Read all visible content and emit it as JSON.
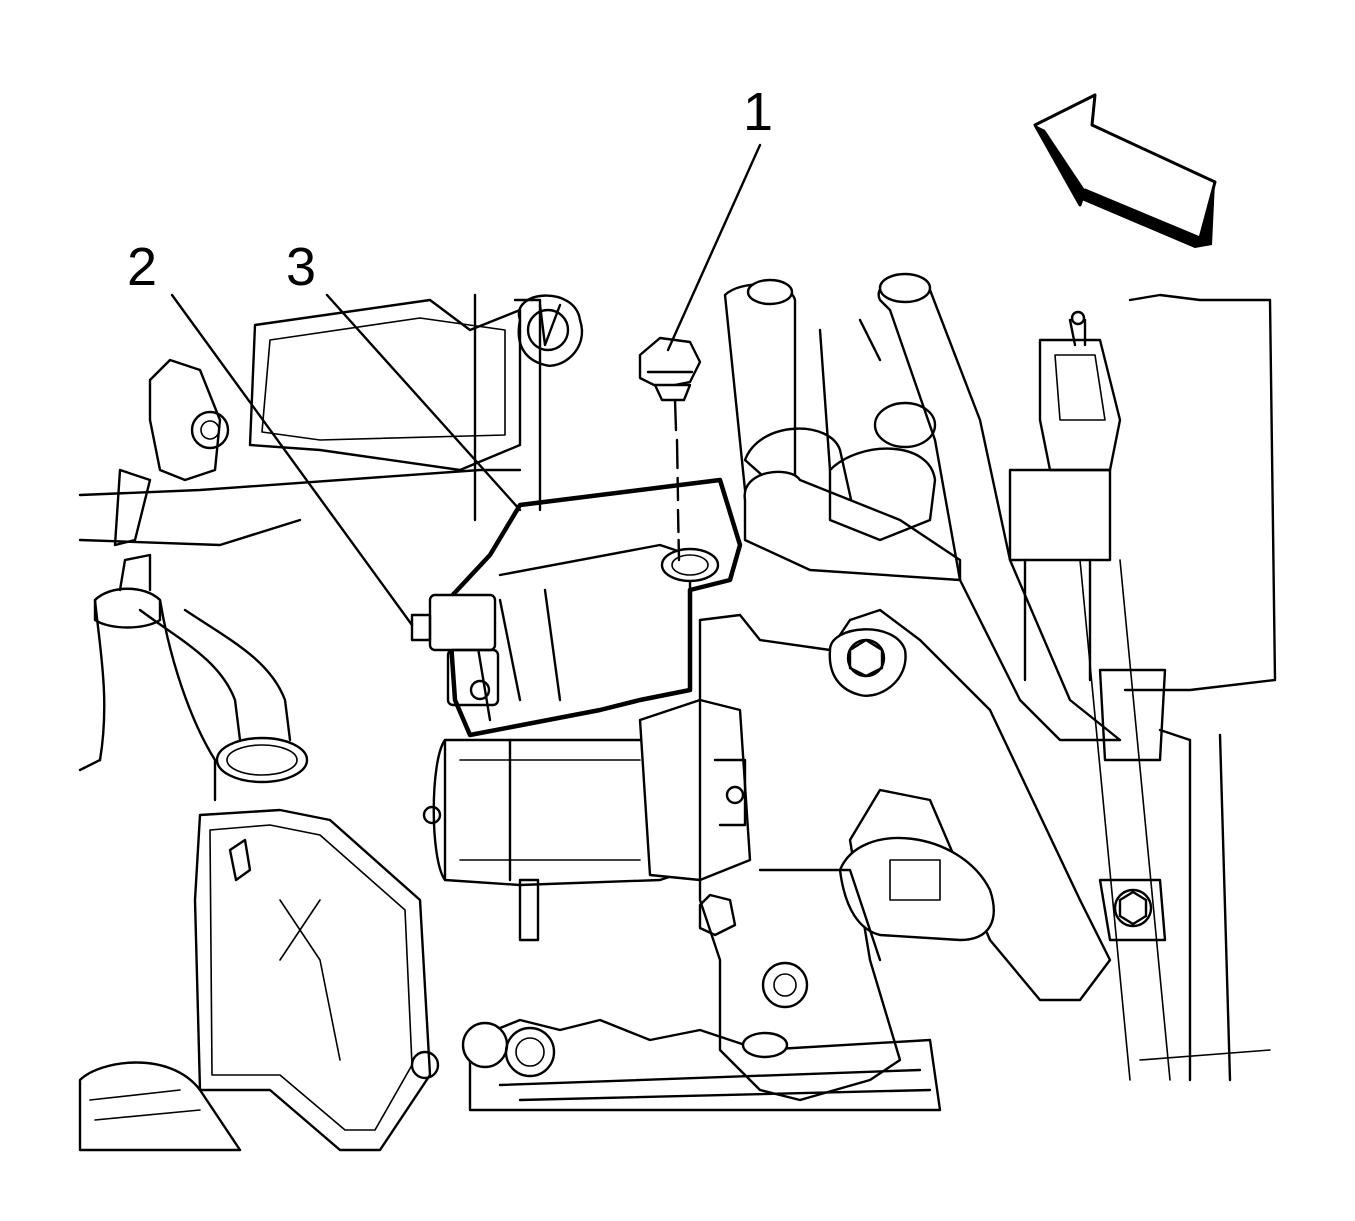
{
  "callouts": [
    {
      "id": "1",
      "label": "1"
    },
    {
      "id": "2",
      "label": "2"
    },
    {
      "id": "3",
      "label": "3"
    }
  ],
  "icons": {
    "direction_arrow": "arrow-up-left-icon"
  },
  "colors": {
    "ink": "#000000",
    "paper": "#ffffff"
  }
}
